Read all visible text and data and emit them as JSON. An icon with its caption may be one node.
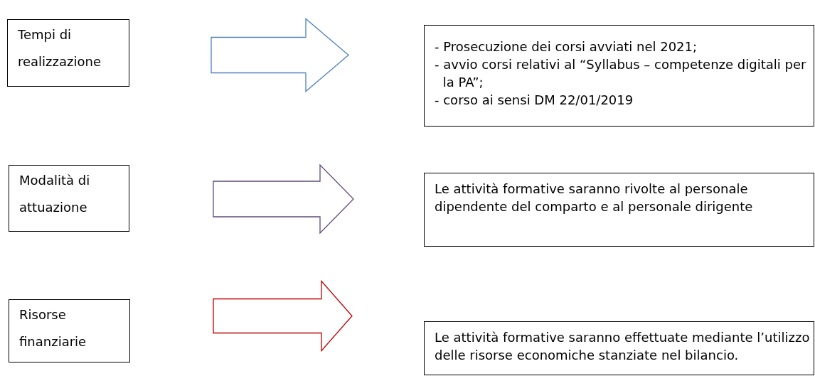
{
  "diagram": {
    "nodes": [
      {
        "text": [
          "Tempi di realizzazione"
        ]
      },
      {
        "text": [
          "- Prosecuzione dei  corsi avviati nel 2021;",
          "- avvio corsi relativi al “Syllabus – competenze digitali per la PA”;",
          "- corso ai sensi DM 22/01/2019"
        ]
      },
      {
        "text": [
          "Modalità di attuazione"
        ]
      },
      {
        "text": [
          "Le attività formative saranno rivolte al personale dipendente del comparto e al personale dirigente"
        ]
      },
      {
        "text": [
          "Risorse finanziarie"
        ]
      },
      {
        "text": [
          "Le attività formative saranno effettuate mediante l’utilizzo delle risorse economiche stanziate nel bilancio."
        ]
      }
    ],
    "edges": [
      {
        "from": 0,
        "to": 1,
        "arrow": "to",
        "color": "#4f81bd"
      },
      {
        "from": 2,
        "to": 3,
        "arrow": "to",
        "color": "#5f497a"
      },
      {
        "from": 4,
        "to": 5,
        "arrow": "to",
        "color": "#c00000"
      }
    ]
  }
}
